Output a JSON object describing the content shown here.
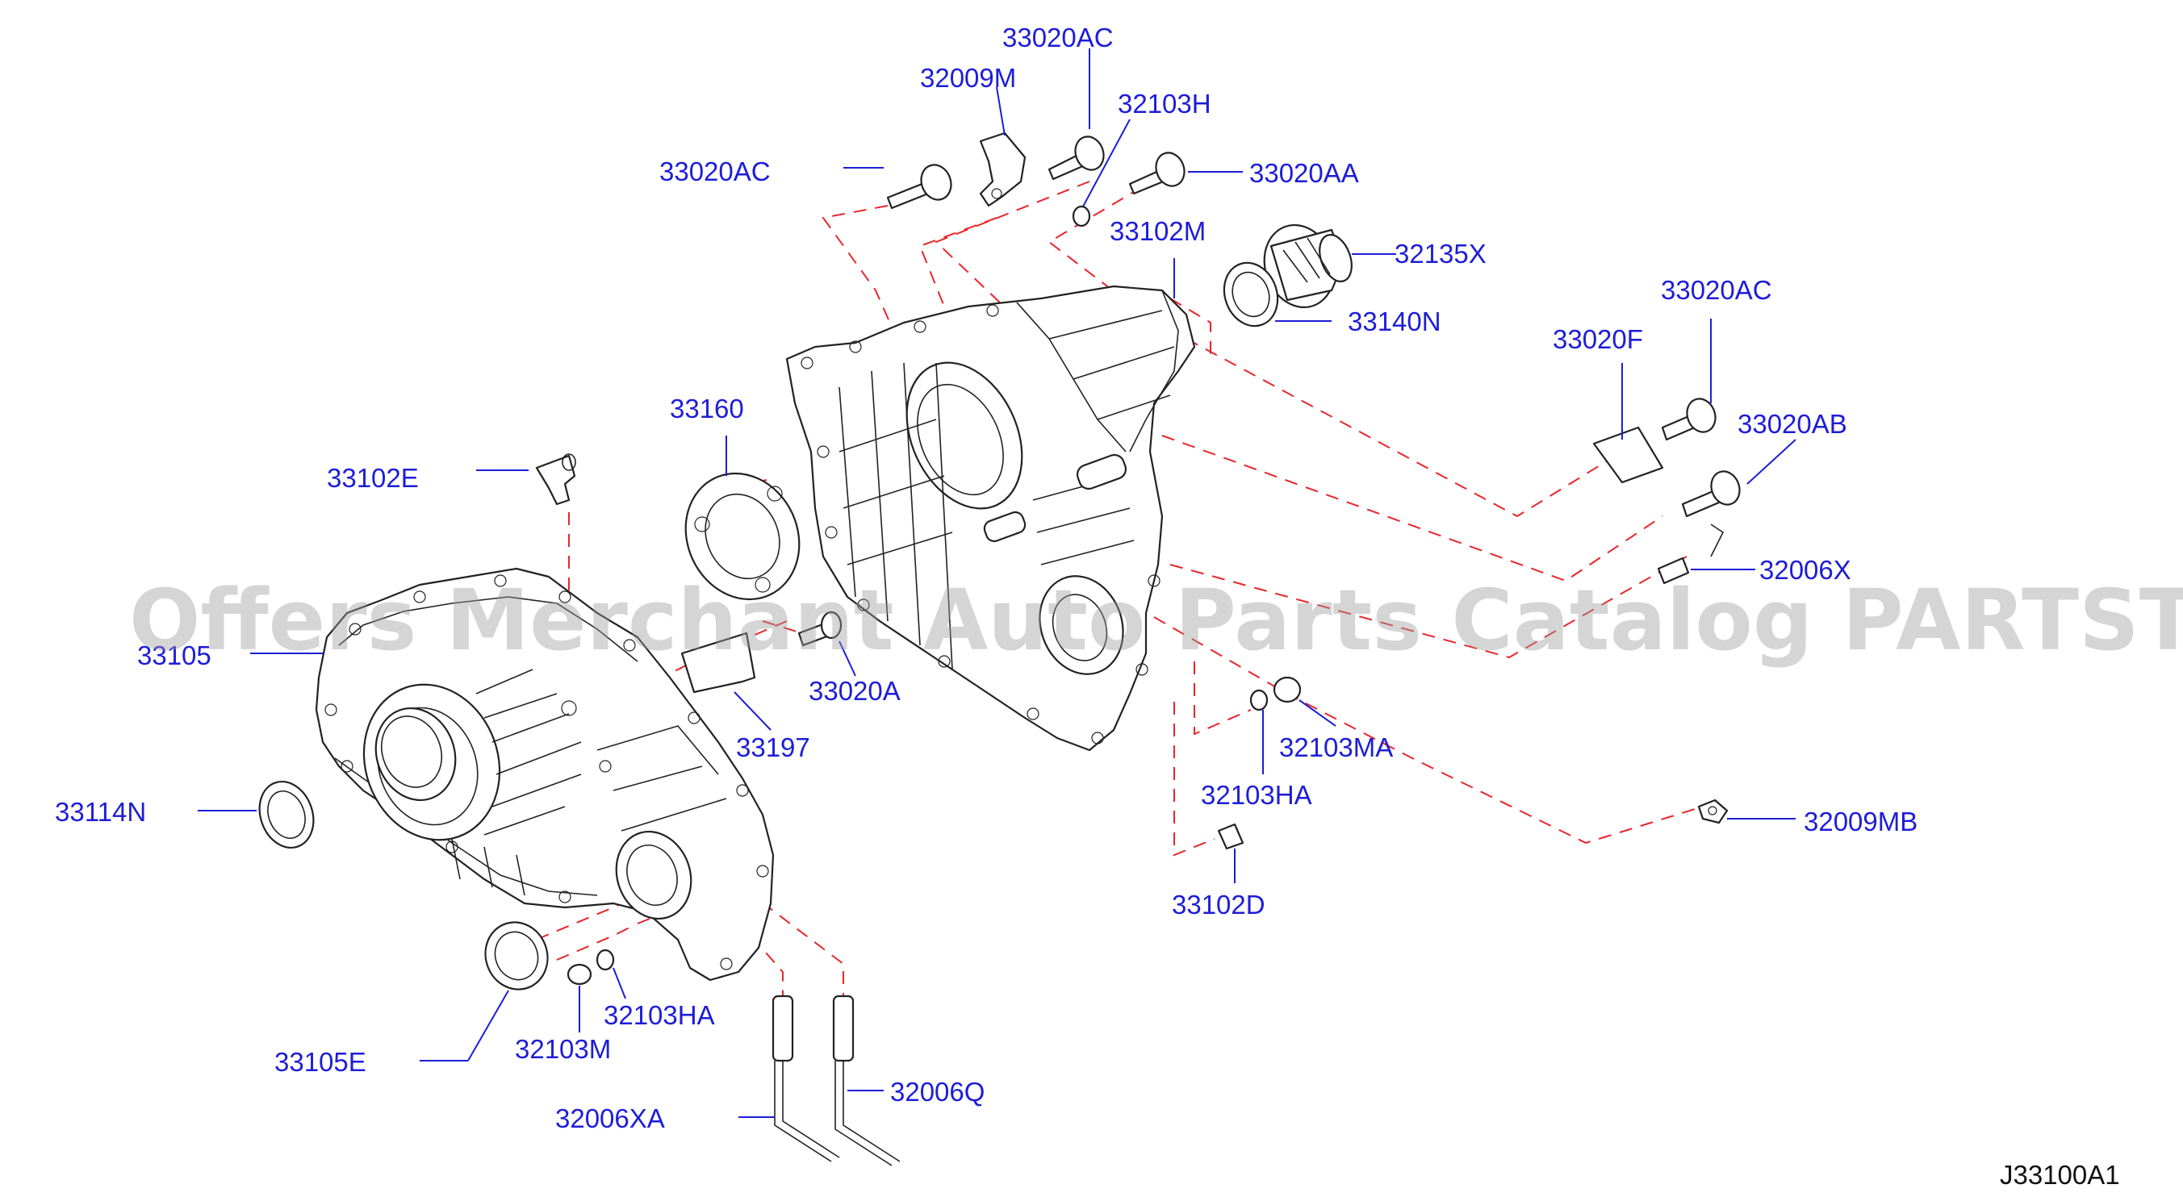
{
  "watermark": "Offers Merchant Auto Parts Catalog PARTSTORE.SA",
  "diagram_id": "J33100A1",
  "labels": {
    "l_33020AC_top": "33020AC",
    "l_32009M": "32009M",
    "l_32103H": "32103H",
    "l_33020AC_left": "33020AC",
    "l_33020AA": "33020AA",
    "l_33102M": "33102M",
    "l_32135X": "32135X",
    "l_33140N": "33140N",
    "l_33020AC_right": "33020AC",
    "l_33020F": "33020F",
    "l_33020AB": "33020AB",
    "l_33160": "33160",
    "l_33102E": "33102E",
    "l_32006X": "32006X",
    "l_33105": "33105",
    "l_33020A": "33020A",
    "l_33197": "33197",
    "l_32103MA": "32103MA",
    "l_32103HA_right": "32103HA",
    "l_33114N": "33114N",
    "l_32009MB": "32009MB",
    "l_33102D": "33102D",
    "l_32103HA_bottom": "32103HA",
    "l_32103M": "32103M",
    "l_33105E": "33105E",
    "l_32006Q": "32006Q",
    "l_32006XA": "32006XA"
  },
  "colors": {
    "label": "#1d1dd8",
    "dashed_line": "#e8262b",
    "part_outline": "#222222",
    "watermark": "#9a9a9a"
  }
}
